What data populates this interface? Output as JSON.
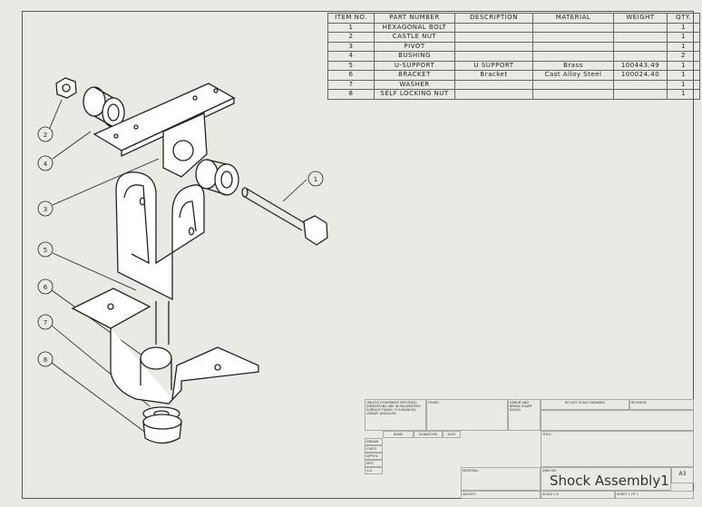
{
  "bom": {
    "headers": [
      "ITEM NO.",
      "PART NUMBER",
      "DESCRIPTION",
      "MATERIAL",
      "WEIGHT",
      "QTY."
    ],
    "rows": [
      [
        "1",
        "HEXAGONAL BOLT",
        "",
        "",
        "",
        "1"
      ],
      [
        "2",
        "CASTLE NUT",
        "",
        "",
        "",
        "1"
      ],
      [
        "3",
        "PIVOT",
        "",
        "",
        "",
        "1"
      ],
      [
        "4",
        "BUSHING",
        "",
        "",
        "",
        "2"
      ],
      [
        "5",
        "U-SUPPORT",
        "U SUPPORT",
        "Brass",
        "100443.49",
        "1"
      ],
      [
        "6",
        "BRACKET",
        "Bracket",
        "Cast Alloy Steel",
        "100024.40",
        "1"
      ],
      [
        "7",
        "WASHER",
        "",
        "",
        "",
        "1"
      ],
      [
        "8",
        "SELF LOCKING NUT",
        "",
        "",
        "",
        "1"
      ]
    ]
  },
  "balloons": [
    "1",
    "2",
    "4",
    "3",
    "5",
    "6",
    "7",
    "8"
  ],
  "title_block": {
    "tolerance_note": "UNLESS OTHERWISE SPECIFIED: DIMENSIONS ARE IN MILLIMETERS SURFACE FINISH: TOLERANCES: LINEAR: ANGULAR:",
    "finish": "FINISH:",
    "debur": "DEBUR AND BREAK SHARP EDGES",
    "do_not_scale": "DO NOT SCALE DRAWING",
    "revision": "REVISION",
    "name": "NAME",
    "signature": "SIGNATURE",
    "date": "DATE",
    "drawn": "DRAWN",
    "chkd": "CHK'D",
    "appvd": "APPV'D",
    "mfg": "MFG",
    "qa": "Q.A",
    "material": "MATERIAL:",
    "title": "TITLE:",
    "dwg_no": "DWG NO.",
    "drawing_title": "Shock Assembly1",
    "size": "A3",
    "weight": "WEIGHT:",
    "scale": "SCALE:1:5",
    "sheet": "SHEET 1 OF 1"
  }
}
